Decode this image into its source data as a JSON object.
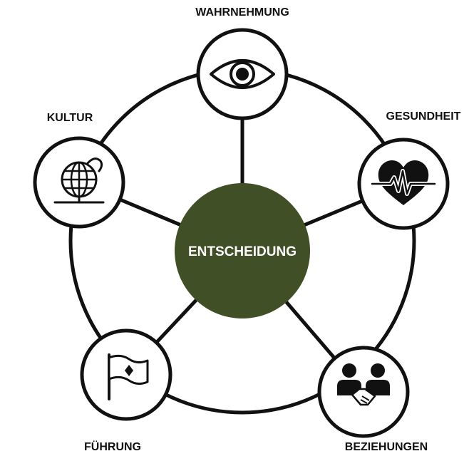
{
  "center": {
    "label": "ENTSCHEIDUNG",
    "color": "#414f27"
  },
  "nodes": [
    {
      "label": "WAHRNEHMUNG",
      "icon": "eye-icon"
    },
    {
      "label": "GESUNDHEIT",
      "icon": "heartbeat-icon"
    },
    {
      "label": "BEZIEHUNGEN",
      "icon": "handshake-people-icon"
    },
    {
      "label": "FÜHRUNG",
      "icon": "flag-icon"
    },
    {
      "label": "KULTUR",
      "icon": "globe-icon"
    }
  ],
  "colors": {
    "line": "#111111",
    "node_fill": "#ffffff",
    "text": "#111111"
  }
}
